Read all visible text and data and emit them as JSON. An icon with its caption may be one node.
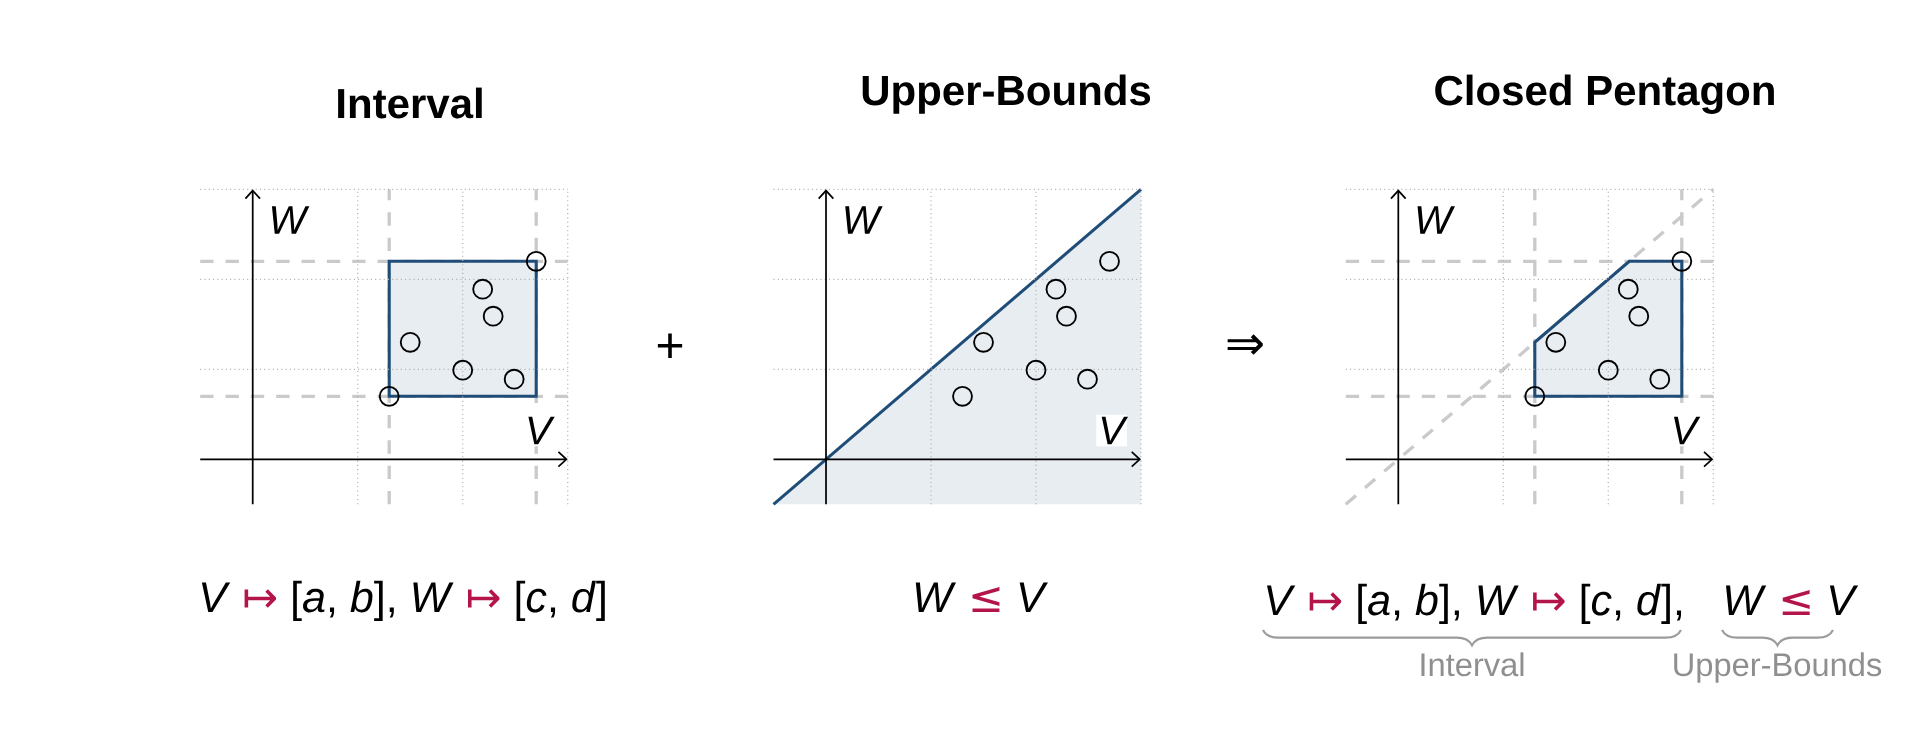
{
  "diagram": {
    "labels": [
      "Interval",
      "Upper-Bounds",
      "Closed Pentagon",
      "W",
      "V",
      "+",
      "W",
      "V",
      "⇒",
      "W",
      "V",
      "*V* ↦ [*a*, *b*], *W* ↦ [*c*, *d*]",
      "*W* ≤ *V*",
      "*V* ↦ [*a*, *b*], *W* ↦ [*c*, *d*],",
      "*W* ≤ *V*",
      "Interval",
      "Upper-Bounds"
    ]
  }
}
